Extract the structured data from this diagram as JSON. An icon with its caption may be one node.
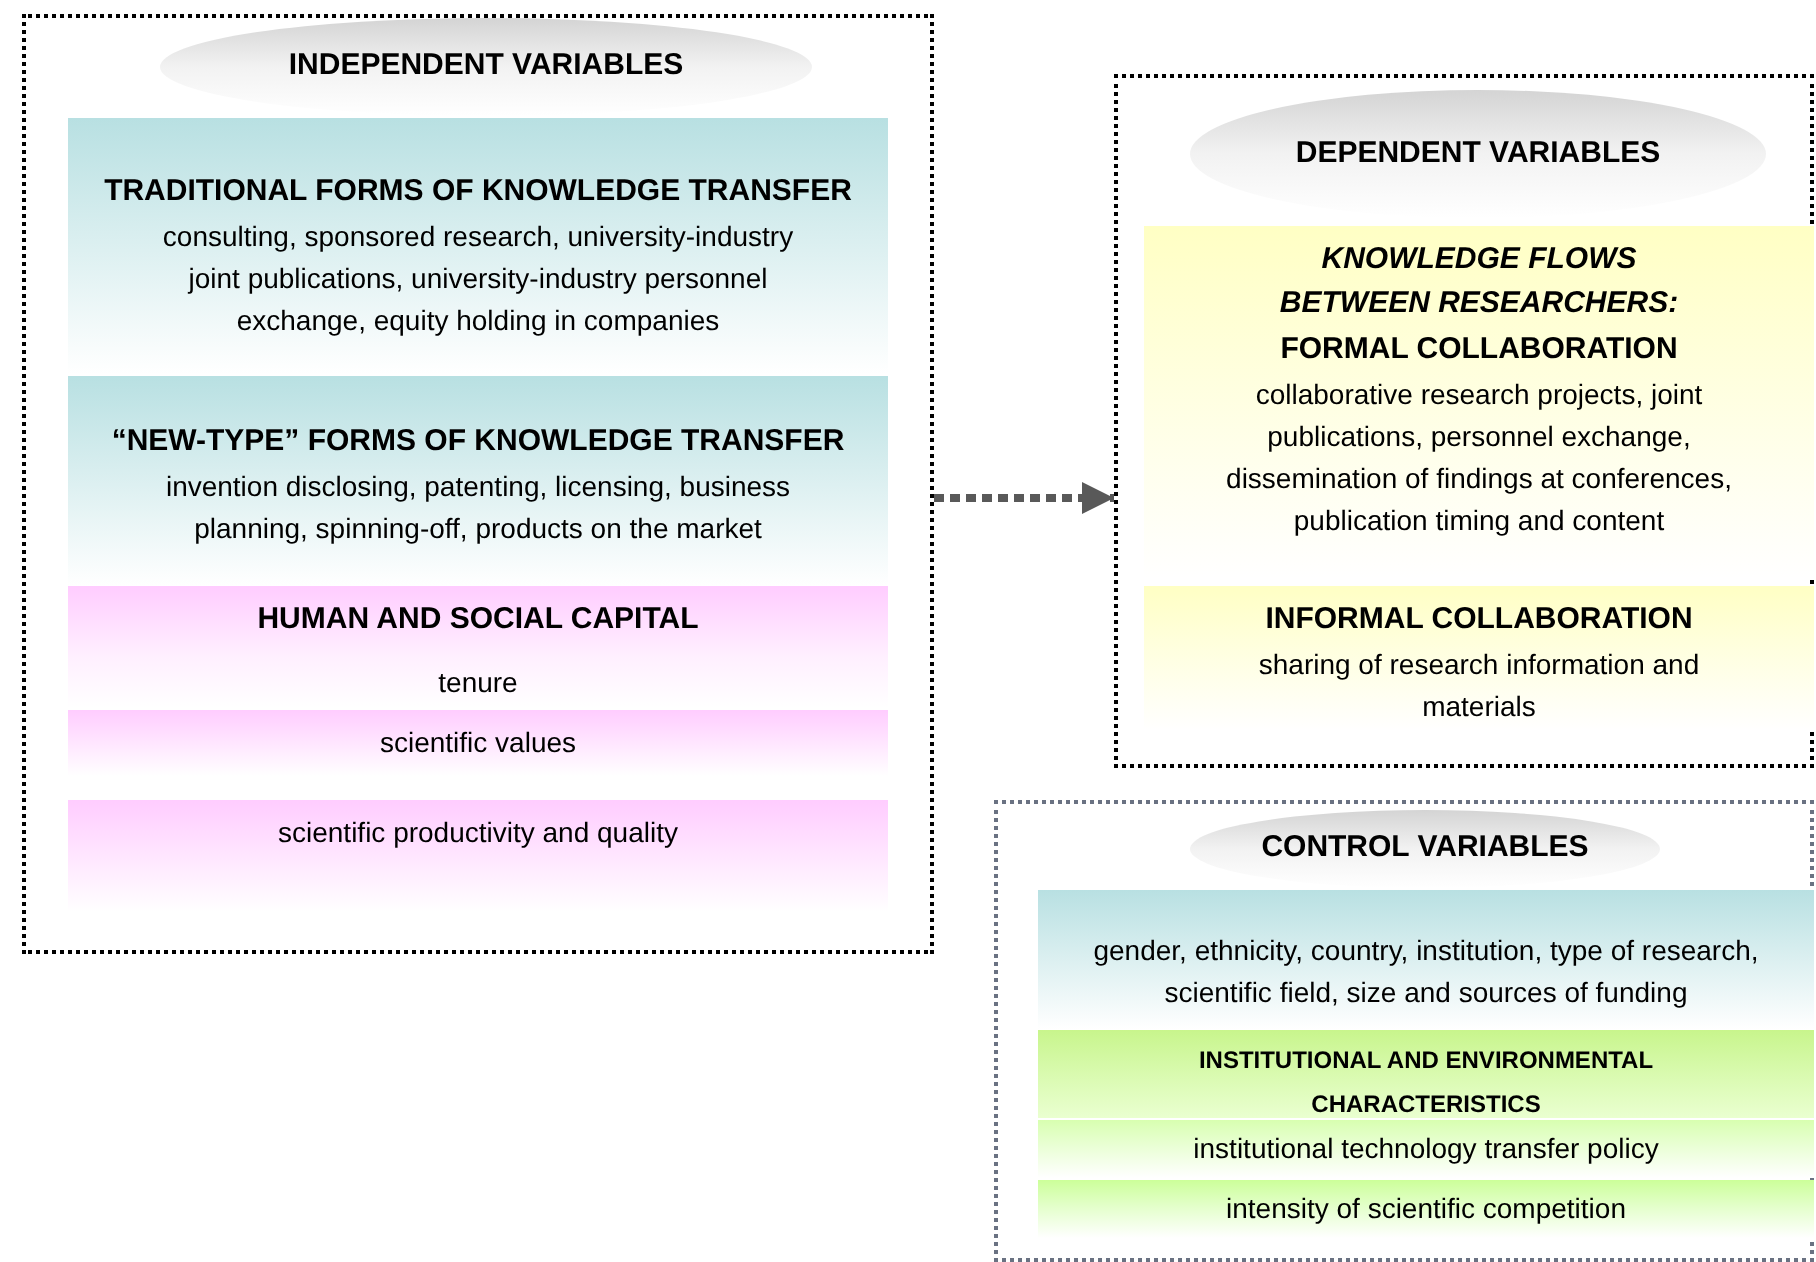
{
  "diagram": {
    "nodes": [
      {
        "text": [],
        "shape": "box"
      },
      {
        "text": [
          "INDEPENDENT VARIABLES"
        ],
        "in": 0
      },
      {
        "text": [
          "TRADITIONAL FORMS OF KNOWLEDGE TRANSFER",
          "consulting, sponsored research, university-industry joint publications, university-industry personnel exchange, equity holding in companies"
        ],
        "in": 0
      },
      {
        "text": [
          "“NEW-TYPE” FORMS OF KNOWLEDGE TRANSFER",
          "invention disclosing, patenting, licensing, business planning, spinning-off, products on the market"
        ],
        "in": 0
      },
      {
        "text": [
          "HUMAN AND SOCIAL CAPITAL"
        ],
        "in": 0
      },
      {
        "text": [
          "tenure"
        ],
        "in": 0
      },
      {
        "text": [
          "scientific values"
        ],
        "in": 0
      },
      {
        "text": [
          "scientific productivity and quality"
        ],
        "in": 0
      },
      {
        "text": [],
        "shape": "box"
      },
      {
        "text": [
          "DEPENDENT VARIABLES"
        ],
        "in": 8
      },
      {
        "text": [
          "KNOWLEDGE FLOWS BETWEEN RESEARCHERS:",
          "FORMAL COLLABORATION",
          "collaborative research projects, joint publications, personnel exchange, dissemination of findings at conferences, publication timing and content"
        ],
        "in": 8
      },
      {
        "text": [
          "INFORMAL COLLABORATION",
          "sharing of research information and materials"
        ],
        "in": 8
      },
      {
        "text": [],
        "shape": "box"
      },
      {
        "text": [
          "CONTROL VARIABLES"
        ],
        "in": 12
      },
      {
        "text": [
          "gender, ethnicity, country, institution, type of research, scientific field, size and sources of funding"
        ],
        "in": 12
      },
      {
        "text": [
          "INSTITUTIONAL AND ENVIRONMENTAL CHARACTERISTICS"
        ],
        "in": 12
      },
      {
        "text": [
          "institutional technology transfer policy"
        ],
        "in": 12
      },
      {
        "text": [
          "intensity of scientific competition"
        ],
        "in": 12
      }
    ],
    "edges": [
      {
        "from": 0,
        "to": 8,
        "arrow": "to",
        "style": "dashed"
      }
    ]
  }
}
